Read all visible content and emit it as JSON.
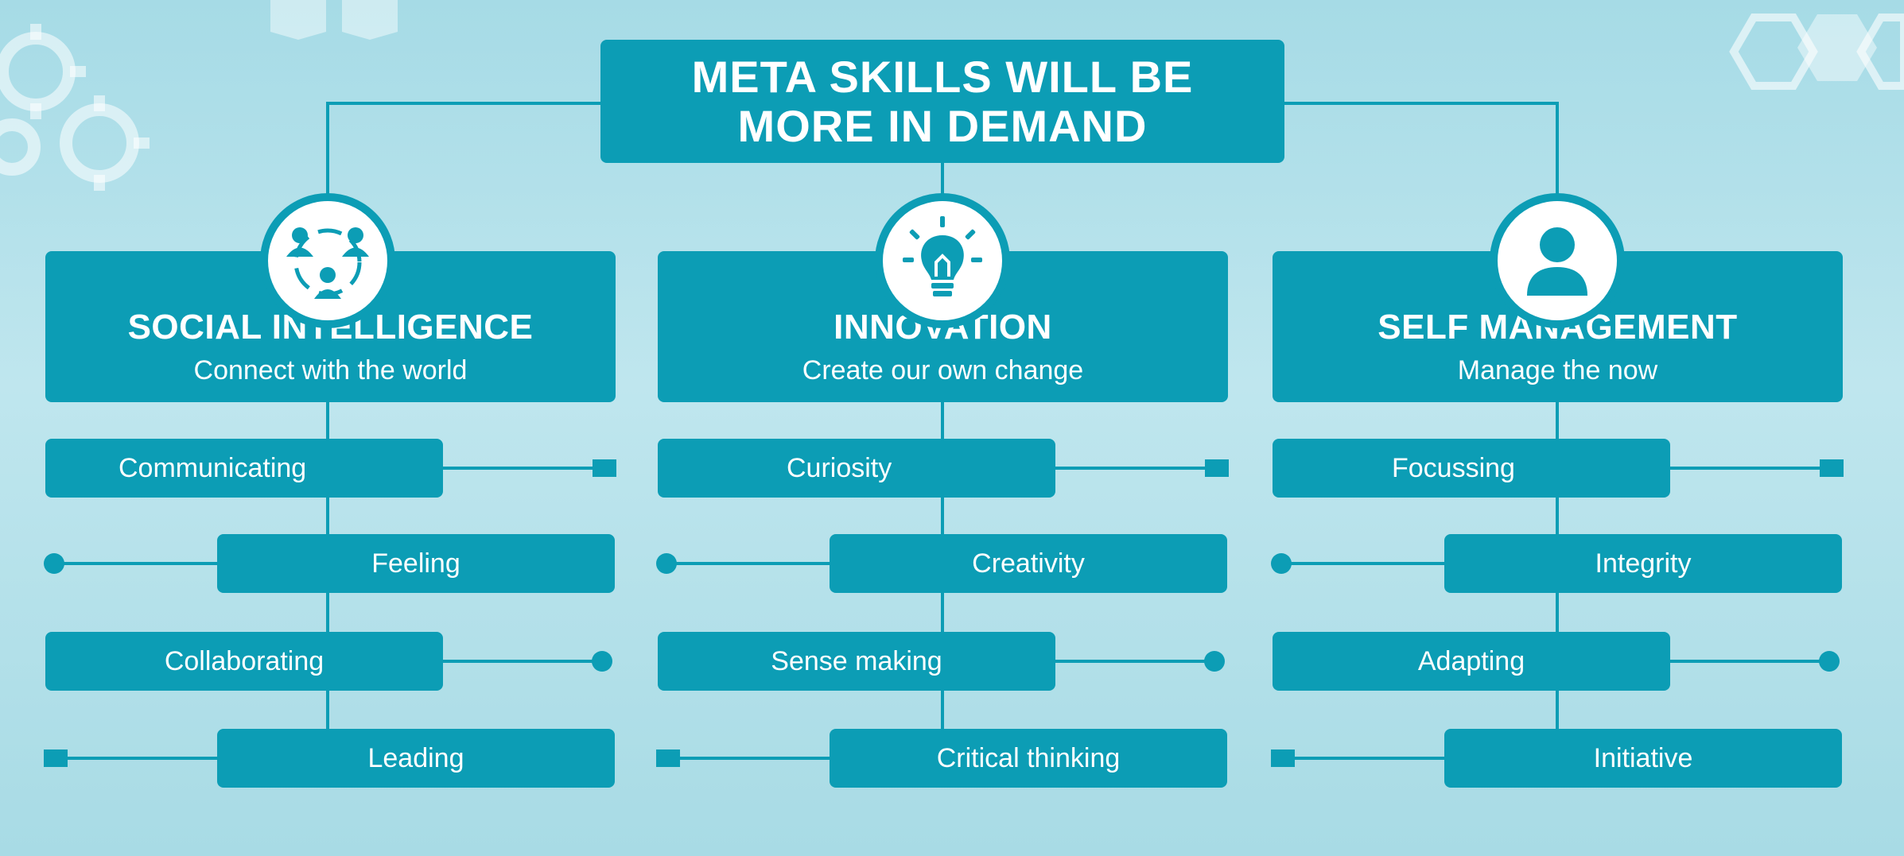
{
  "title": {
    "line1": "META SKILLS WILL BE",
    "line2": "MORE IN DEMAND"
  },
  "colors": {
    "primary": "#0c9db5",
    "text": "#ffffff",
    "background": "#b5e2eb"
  },
  "categories": [
    {
      "title": "SOCIAL INTELLIGENCE",
      "subtitle": "Connect with the world",
      "icon": "people-network-icon",
      "skills": [
        "Communicating",
        "Feeling",
        "Collaborating",
        "Leading"
      ]
    },
    {
      "title": "INNOVATION",
      "subtitle": "Create our own change",
      "icon": "lightbulb-icon",
      "skills": [
        "Curiosity",
        "Creativity",
        "Sense making",
        "Critical thinking"
      ]
    },
    {
      "title": "SELF MANAGEMENT",
      "subtitle": "Manage the now",
      "icon": "person-icon",
      "skills": [
        "Focussing",
        "Integrity",
        "Adapting",
        "Initiative"
      ]
    }
  ]
}
